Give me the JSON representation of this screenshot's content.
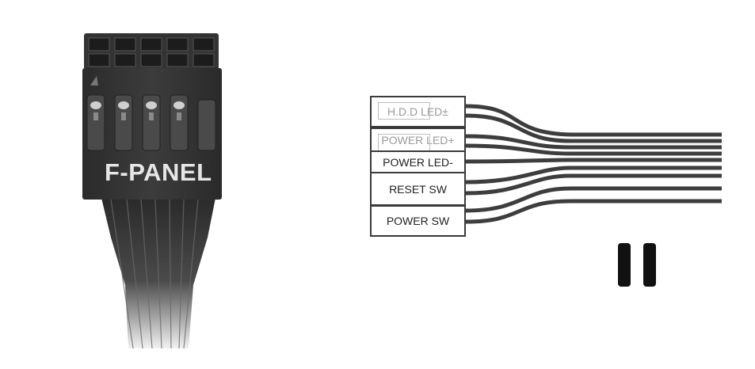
{
  "connector": {
    "label": "F-PANEL"
  },
  "pin_labels": [
    {
      "text": "H.D.D LED±",
      "faded": true
    },
    {
      "text": "POWER LED+",
      "faded": true
    },
    {
      "text": "POWER LED-",
      "faded": false
    },
    {
      "text": "RESET SW",
      "faded": false
    },
    {
      "text": "POWER SW",
      "faded": false
    }
  ],
  "icons": {
    "pause": "pause-icon"
  },
  "colors": {
    "wire": "#3d3d3d",
    "connector_body": "#3a3a3a",
    "box_border": "#3a3a3a"
  }
}
